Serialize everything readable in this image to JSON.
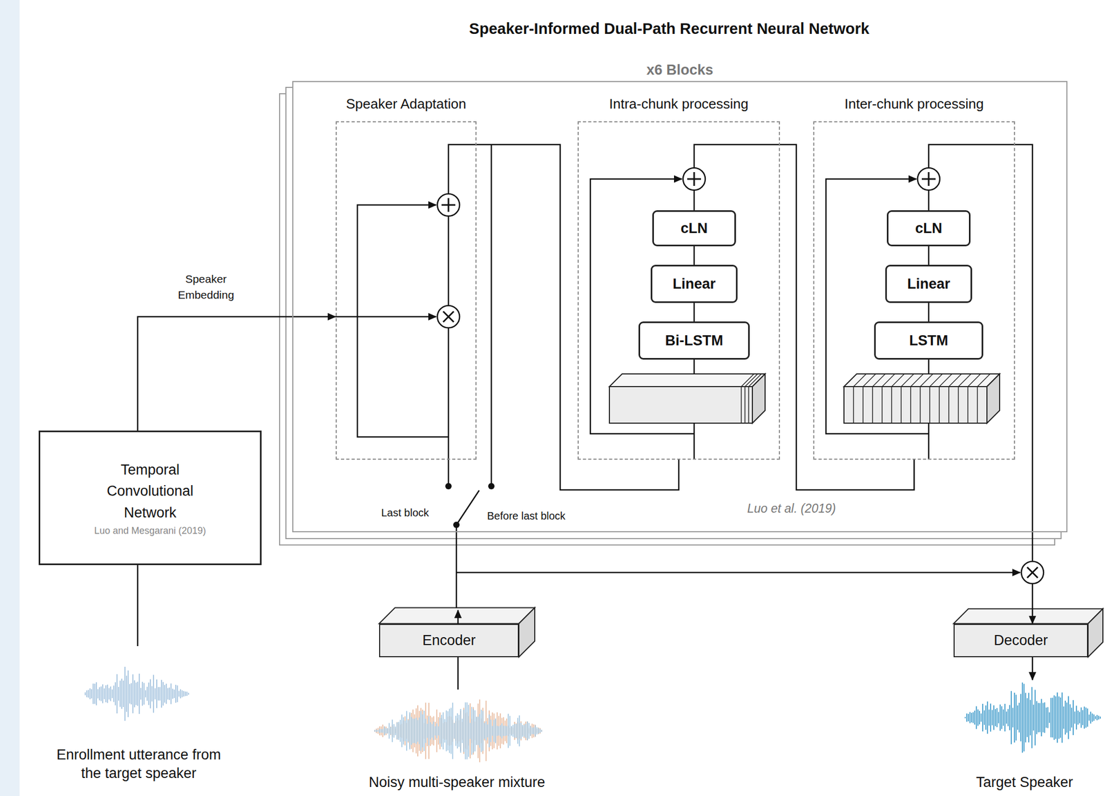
{
  "diagram": {
    "title": "Speaker-Informed Dual-Path Recurrent Neural Network",
    "nodes": [
      {
        "text": [
          "x6 Blocks"
        ]
      },
      {
        "text": [
          "Speaker Adaptation"
        ],
        "in": 0
      },
      {
        "text": [
          "Intra-chunk processing"
        ],
        "in": 0
      },
      {
        "text": [
          "Inter-chunk processing"
        ],
        "in": 0
      },
      {
        "text": [
          "cLN"
        ],
        "in": 2
      },
      {
        "text": [
          "Linear"
        ],
        "in": 2
      },
      {
        "text": [
          "Bi-LSTM"
        ],
        "in": 2
      },
      {
        "text": [
          "cLN"
        ],
        "in": 3
      },
      {
        "text": [
          "Linear"
        ],
        "in": 3
      },
      {
        "text": [
          "LSTM"
        ],
        "in": 3
      },
      {
        "text": [
          "Temporal Convolutional Network",
          "Luo and Mesgarani (2019)"
        ]
      },
      {
        "text": [
          "Encoder"
        ]
      },
      {
        "text": [
          "Decoder"
        ]
      }
    ],
    "edges": [
      {
        "from": 10,
        "to": 1,
        "arrow": "to",
        "label": "Speaker Embedding"
      },
      {
        "from": 1,
        "to": 2,
        "arrow": "none"
      },
      {
        "from": 2,
        "to": 3,
        "arrow": "none"
      },
      {
        "from": 3,
        "to": 12,
        "arrow": "to"
      },
      {
        "from": 6,
        "to": 5,
        "arrow": "none"
      },
      {
        "from": 5,
        "to": 4,
        "arrow": "none"
      },
      {
        "from": 9,
        "to": 8,
        "arrow": "none"
      },
      {
        "from": 8,
        "to": 7,
        "arrow": "none"
      }
    ],
    "labels": [
      "Last block",
      "Before last block",
      "Luo et al. (2019)",
      "Enrollment utterance from the target speaker",
      "Noisy multi-speaker mixture",
      "Target Speaker"
    ]
  }
}
